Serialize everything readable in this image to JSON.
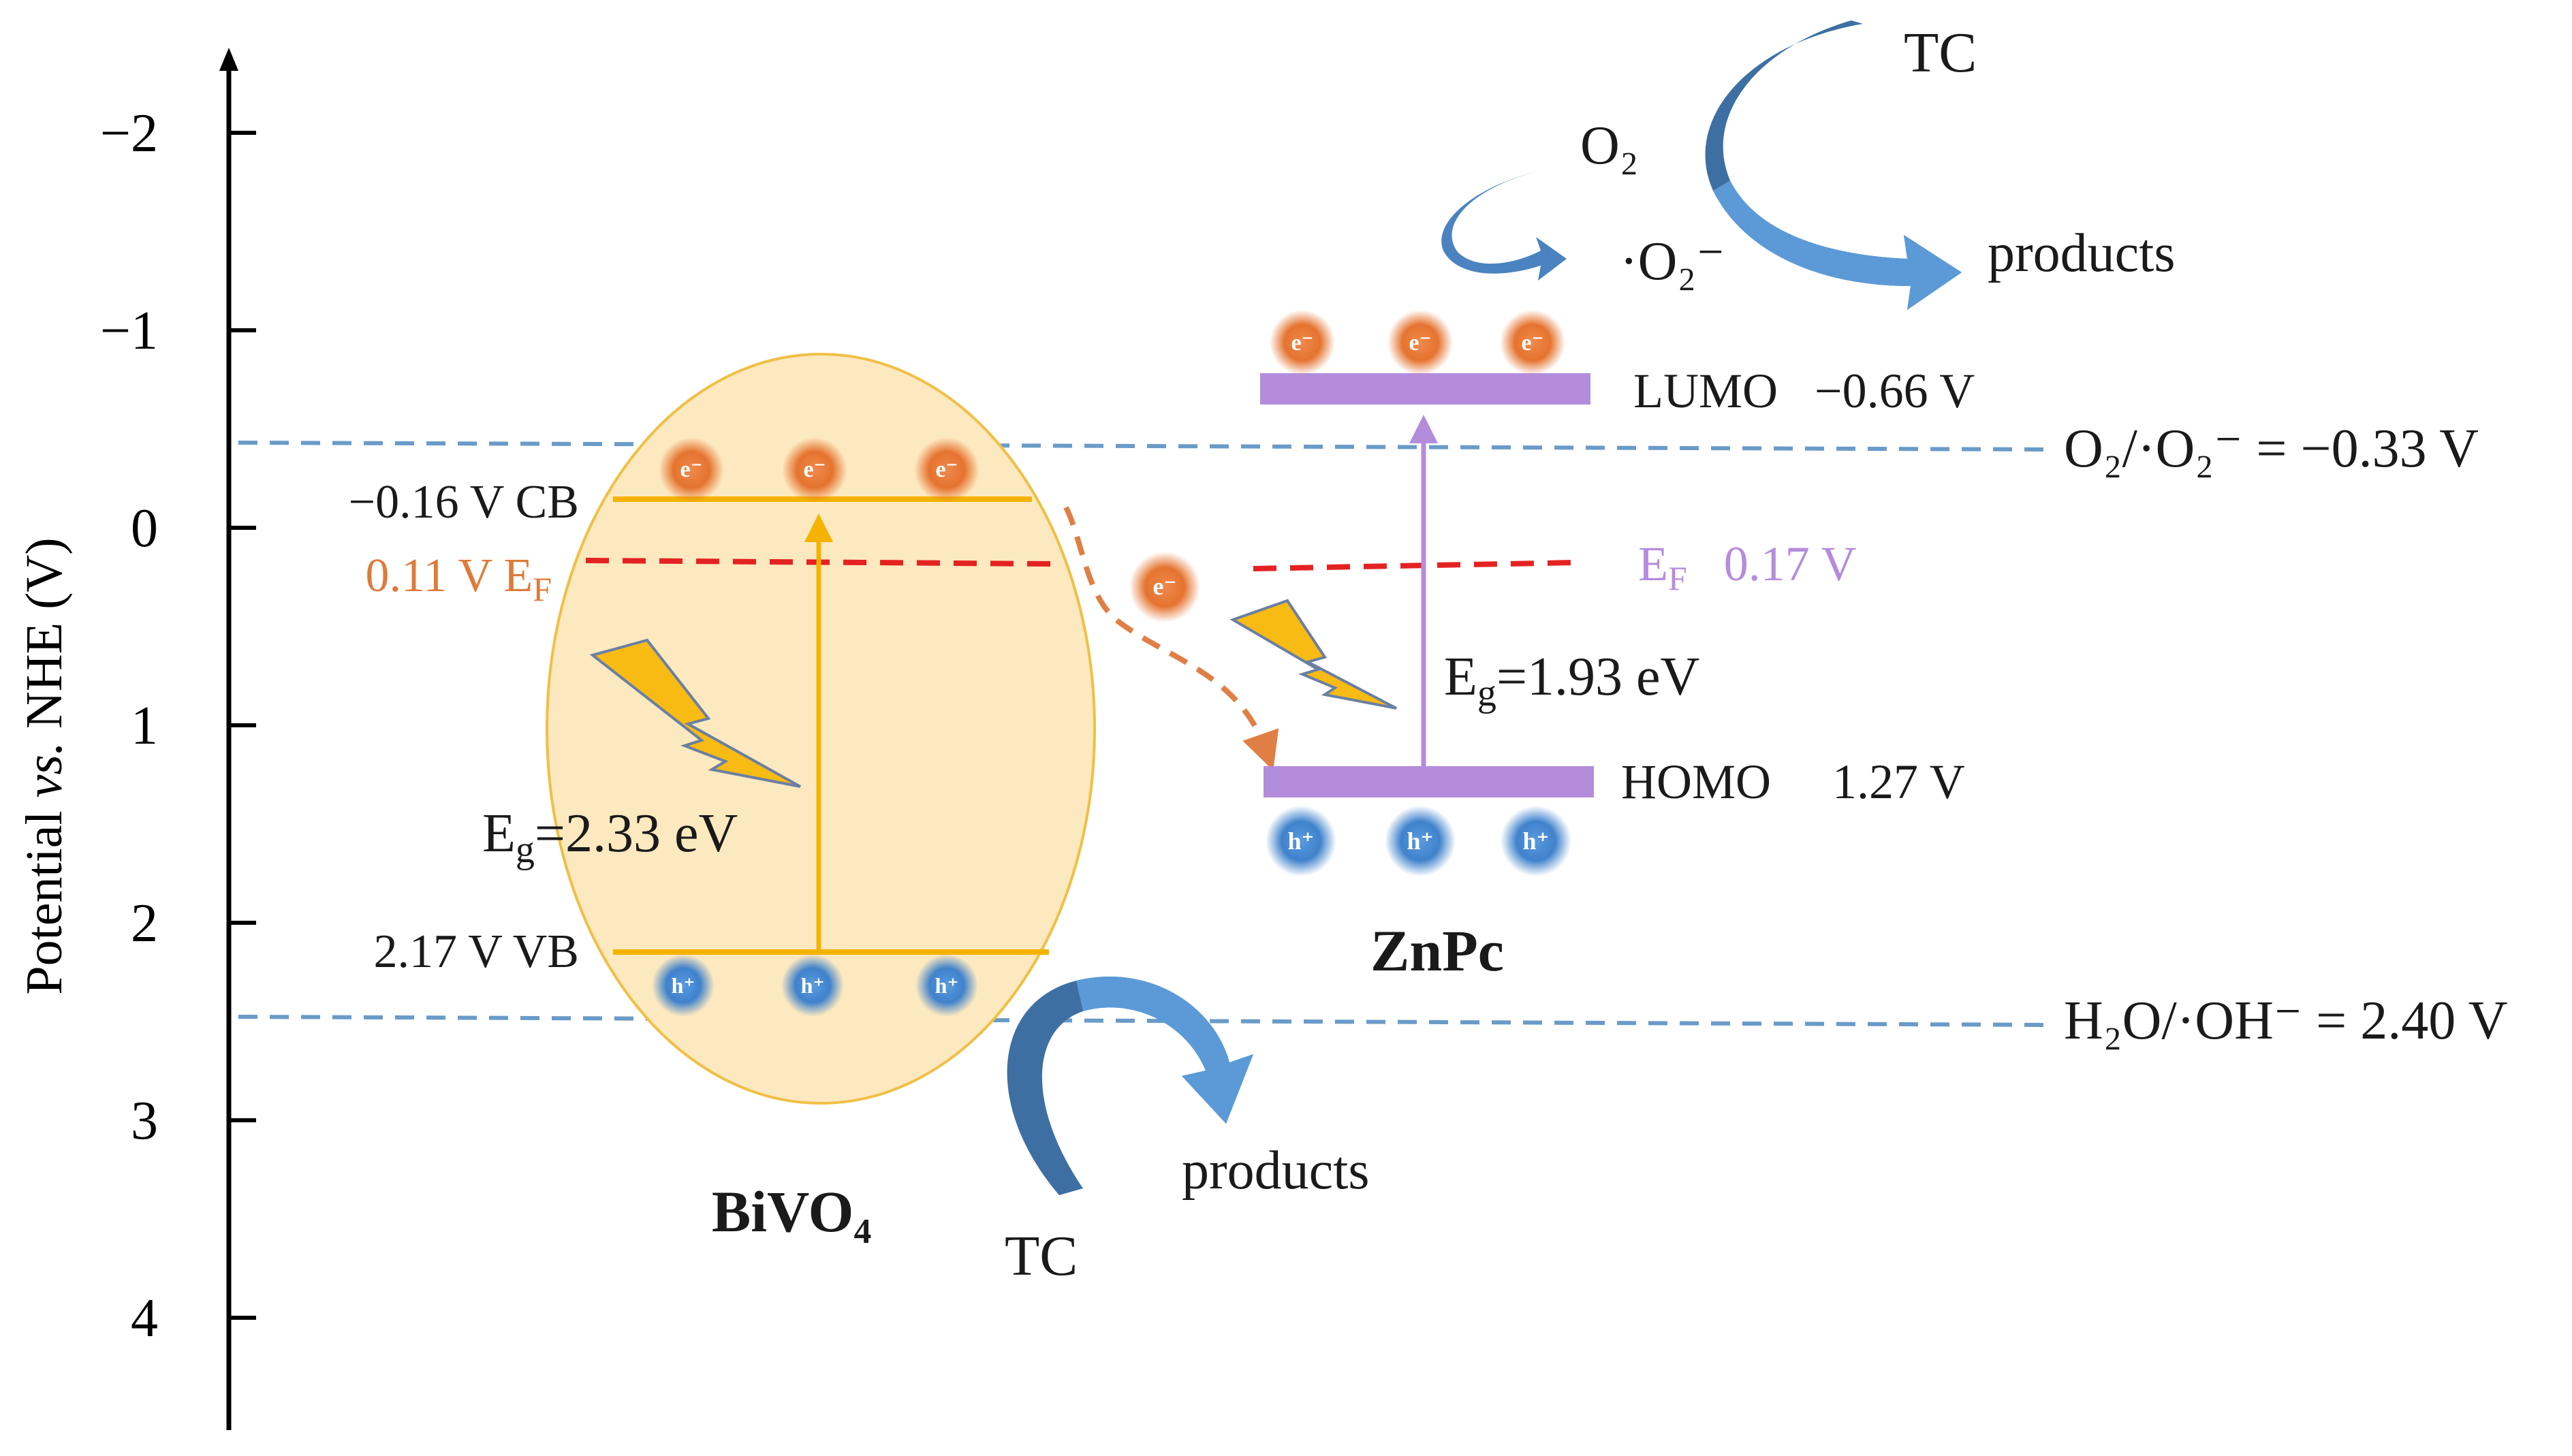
{
  "axis": {
    "title_prefix": "Potential ",
    "title_italic": "vs.",
    "title_suffix": " NHE (V)",
    "ticks": [
      "−2",
      "−1",
      "0",
      "1",
      "2",
      "3",
      "4"
    ]
  },
  "references": {
    "o2": {
      "text": "O₂/·O₂⁻ = −0.33 V",
      "potential": -0.33
    },
    "h2o": {
      "text": "H₂O/·OH⁻ = 2.40 V",
      "potential": 2.4
    }
  },
  "bivo4": {
    "name": "BiVO₄",
    "cb_label": "−0.16 V  CB",
    "ef_label": "0.11 V E",
    "ef_sub": "F",
    "vb_label": "2.17 V  VB",
    "eg_prefix": "E",
    "eg_sub": "g",
    "eg_value": "=2.33 eV",
    "cb_potential": -0.16,
    "ef_potential": 0.11,
    "vb_potential": 2.17,
    "electron_symbol": "e⁻",
    "hole_symbol": "h⁺"
  },
  "znpc": {
    "name": "ZnPc",
    "lumo_label": "LUMO   −0.66 V",
    "homo_label": "HOMO     1.27 V",
    "ef_prefix": "E",
    "ef_sub": "F",
    "ef_value": "   0.17 V",
    "eg_prefix": "E",
    "eg_sub": "g",
    "eg_value": "=1.93 eV",
    "lumo_potential": -0.66,
    "homo_potential": 1.27,
    "ef_potential": 0.17
  },
  "reactions": {
    "o2": "O₂",
    "superoxide": "·O₂⁻",
    "tc_top": "TC",
    "products_top": "products",
    "tc_bottom": "TC",
    "products_bottom": "products"
  },
  "colors": {
    "axis": "#000000",
    "reference_dash": "#6a9bc8",
    "bivo4_fill": "#fde9c0",
    "bivo4_level": "#f5b300",
    "fermi_dash": "#e42222",
    "bivo4_fermi_text": "#df7a3a",
    "znpc_level": "#b48cdc",
    "znpc_fermi_text": "#b48cdc",
    "electron": "#e8773a",
    "hole": "#4a8cd0",
    "arrow_blue_light": "#5b9ad6",
    "arrow_blue_dark": "#3d6fa3",
    "lightning": "#f8bb13",
    "transfer_dash": "#e07f45"
  }
}
